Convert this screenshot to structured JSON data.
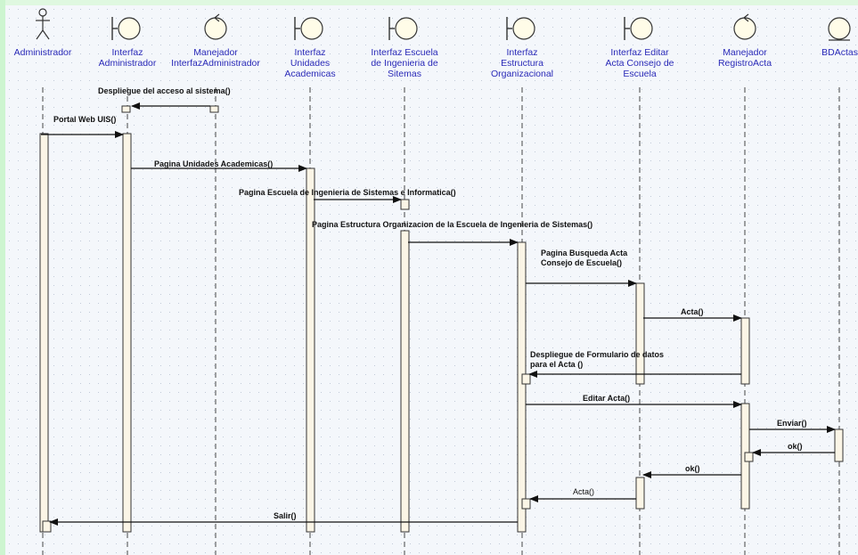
{
  "diagram": {
    "colors": {
      "background": "#f4f7fb",
      "grid_dot": "#b4bfcf",
      "left_band": "#cdf5d0",
      "top_band": "#dff8e0",
      "participant_text": "#2a2ab8",
      "lifeline": "#444444",
      "activation_fill": "#fbf5e6",
      "activation_stroke": "#333333",
      "message": "#111111"
    },
    "participants": [
      {
        "id": "admin",
        "type": "actor",
        "icon": "actor-icon",
        "label": [
          "Administrador"
        ]
      },
      {
        "id": "iadmin",
        "type": "boundary",
        "icon": "boundary-icon",
        "label": [
          "Interfaz",
          "Administrador"
        ]
      },
      {
        "id": "madmin",
        "type": "control",
        "icon": "control-icon",
        "label": [
          "Manejador",
          "InterfazAdministrador"
        ]
      },
      {
        "id": "iua",
        "type": "boundary",
        "icon": "boundary-icon",
        "label": [
          "Interfaz",
          "Unidades",
          "Academicas"
        ]
      },
      {
        "id": "iesc",
        "type": "boundary",
        "icon": "boundary-icon",
        "label": [
          "Interfaz Escuela",
          "de Ingenieria de",
          "Sitemas"
        ]
      },
      {
        "id": "ieo",
        "type": "boundary",
        "icon": "boundary-icon",
        "label": [
          "Interfaz",
          "Estructura",
          "Organizacional"
        ]
      },
      {
        "id": "ieac",
        "type": "boundary",
        "icon": "boundary-icon",
        "label": [
          "Interfaz Editar",
          "Acta Consejo de",
          "Escuela"
        ]
      },
      {
        "id": "mra",
        "type": "control",
        "icon": "control-icon",
        "label": [
          "Manejador",
          "RegistroActa"
        ]
      },
      {
        "id": "bd",
        "type": "entity",
        "icon": "entity-icon",
        "label": [
          "BDActas"
        ]
      }
    ],
    "messages": [
      {
        "from": "madmin",
        "to": "iadmin",
        "label": [
          "Despliegue del acceso al sistema()"
        ],
        "bold": true,
        "dashed": false
      },
      {
        "from": "admin",
        "to": "iadmin",
        "label": [
          "Portal Web UIS()"
        ],
        "bold": true,
        "dashed": false
      },
      {
        "from": "iadmin",
        "to": "iua",
        "label": [
          "Pagina Unidades  Academicas()"
        ],
        "bold": true,
        "dashed": false
      },
      {
        "from": "iua",
        "to": "iesc",
        "label": [
          "Pagina Escuela de Ingenieria de Sistemas e Informatica()"
        ],
        "bold": true,
        "dashed": false
      },
      {
        "from": "iesc",
        "to": "ieo",
        "label": [
          "Pagina Estructura Organizacion de la Escuela de Ingenieria de Sistemas()"
        ],
        "bold": true,
        "dashed": false
      },
      {
        "from": "ieo",
        "to": "ieac",
        "label": [
          "Pagina Busqueda Acta",
          "Consejo de Escuela()"
        ],
        "bold": true,
        "dashed": false
      },
      {
        "from": "ieac",
        "to": "mra",
        "label": [
          "Acta()"
        ],
        "bold": true,
        "dashed": false
      },
      {
        "from": "mra",
        "to": "ieo",
        "label": [
          "Despliegue de Formulario de datos",
          "para el Acta ()"
        ],
        "bold": true,
        "dashed": false
      },
      {
        "from": "ieo",
        "to": "mra",
        "label": [
          "Editar Acta()"
        ],
        "bold": true,
        "dashed": false
      },
      {
        "from": "mra",
        "to": "bd",
        "label": [
          "Enviar()"
        ],
        "bold": true,
        "dashed": false
      },
      {
        "from": "bd",
        "to": "mra",
        "label": [
          "ok()"
        ],
        "bold": true,
        "dashed": false
      },
      {
        "from": "mra",
        "to": "ieac",
        "label": [
          "ok()"
        ],
        "bold": true,
        "dashed": false
      },
      {
        "from": "ieac",
        "to": "ieo",
        "label": [
          "Acta()"
        ],
        "bold": false,
        "dashed": false
      },
      {
        "from": "ieo",
        "to": "admin",
        "label": [
          "Salir()"
        ],
        "bold": true,
        "dashed": false
      }
    ]
  }
}
